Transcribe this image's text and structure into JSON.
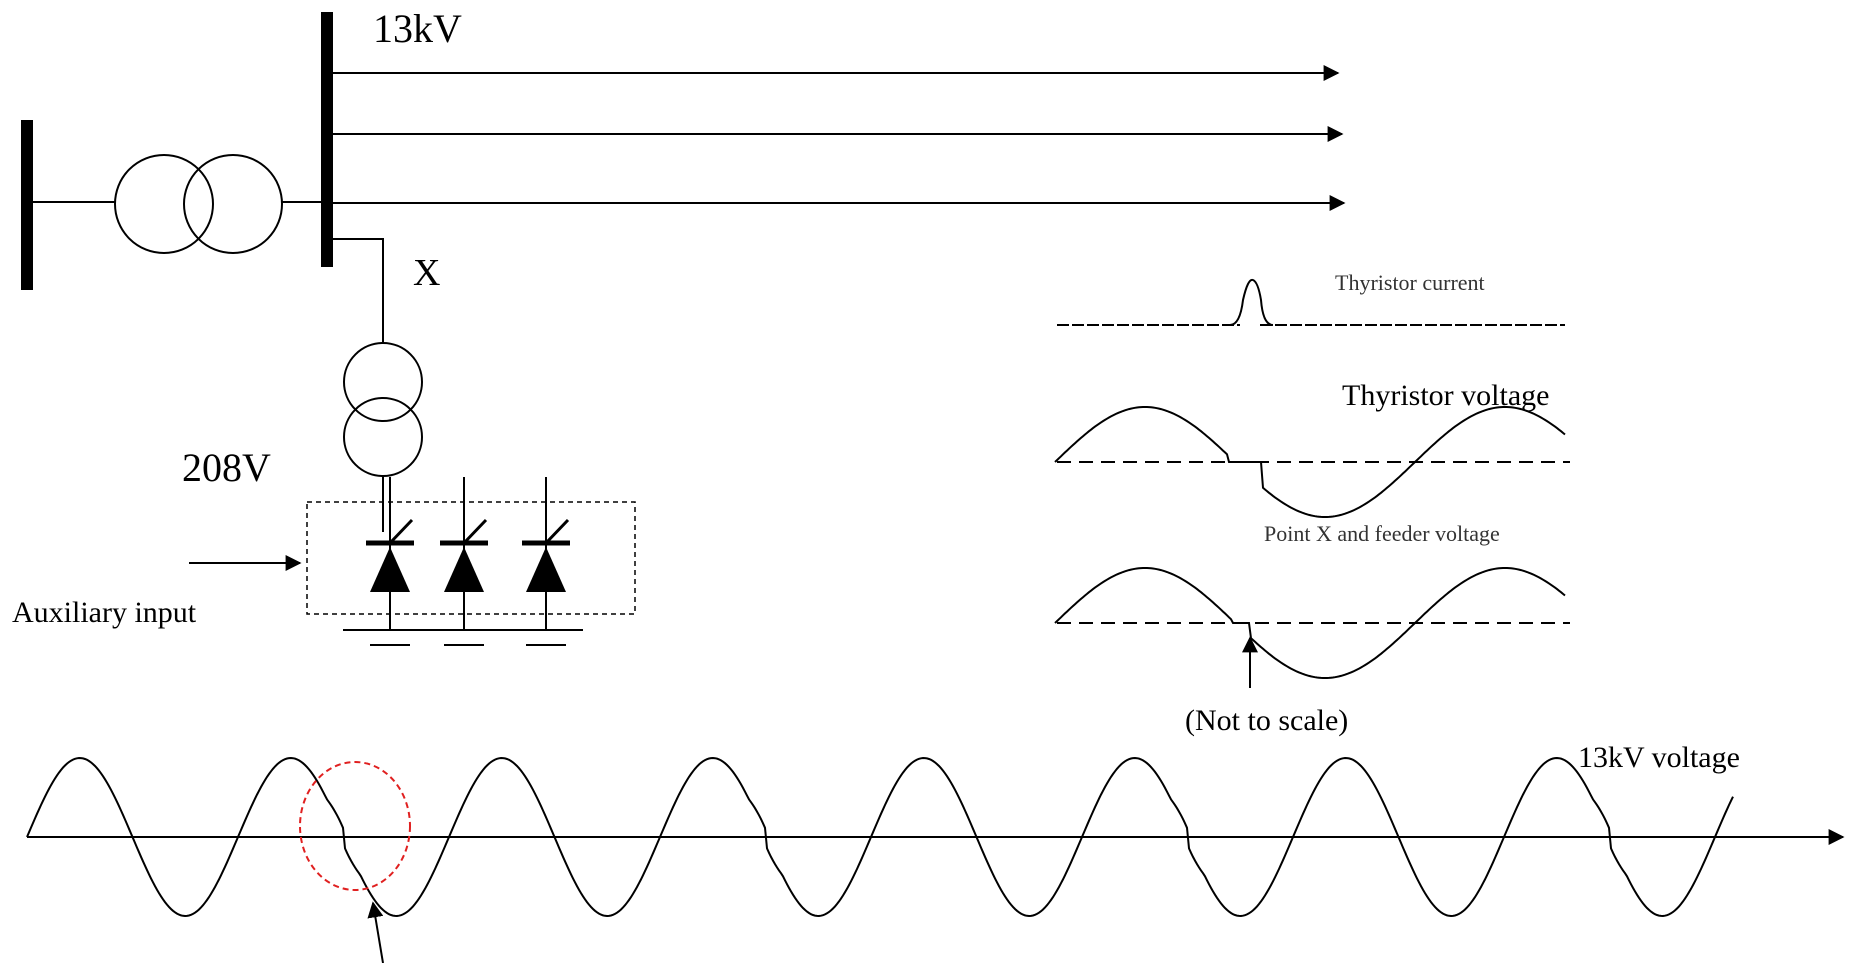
{
  "labels": {
    "bus_voltage": "13kV",
    "point_x": "X",
    "secondary_voltage": "208V",
    "auxiliary_input": "Auxiliary input",
    "thyristor_current": "Thyristor current",
    "thyristor_voltage": "Thyristor voltage",
    "point_x_feeder_voltage": "Point X and feeder voltage",
    "not_to_scale": "(Not to scale)",
    "waveform_title": "13kV voltage"
  },
  "colors": {
    "line": "#000000",
    "highlight": "#e02020",
    "dashed_axis": "#000000"
  },
  "feeder_count": 3,
  "thyristor_count": 3,
  "waveform_cycles": 8,
  "notched_cycles": [
    2,
    4,
    6,
    8
  ]
}
